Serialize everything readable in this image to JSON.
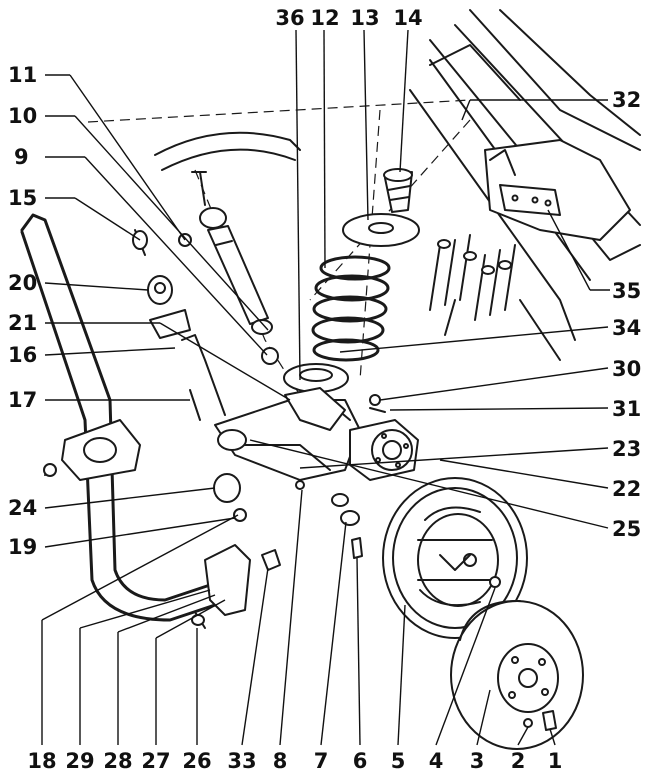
{
  "colors": {
    "ink": "#111111",
    "paper": "#ffffff"
  },
  "callouts": {
    "n1": "1",
    "n2": "2",
    "n3": "3",
    "n4": "4",
    "n5": "5",
    "n6": "6",
    "n7": "7",
    "n8": "8",
    "n9": "9",
    "n10": "10",
    "n11": "11",
    "n12": "12",
    "n13": "13",
    "n14": "14",
    "n15": "15",
    "n16": "16",
    "n17": "17",
    "n18": "18",
    "n19": "19",
    "n20": "20",
    "n21": "21",
    "n22": "22",
    "n23": "23",
    "n24": "24",
    "n25": "25",
    "n26": "26",
    "n27": "27",
    "n28": "28",
    "n29": "29",
    "n30": "30",
    "n31": "31",
    "n32": "32",
    "n33": "33",
    "n34": "34",
    "n35": "35",
    "n36": "36"
  }
}
